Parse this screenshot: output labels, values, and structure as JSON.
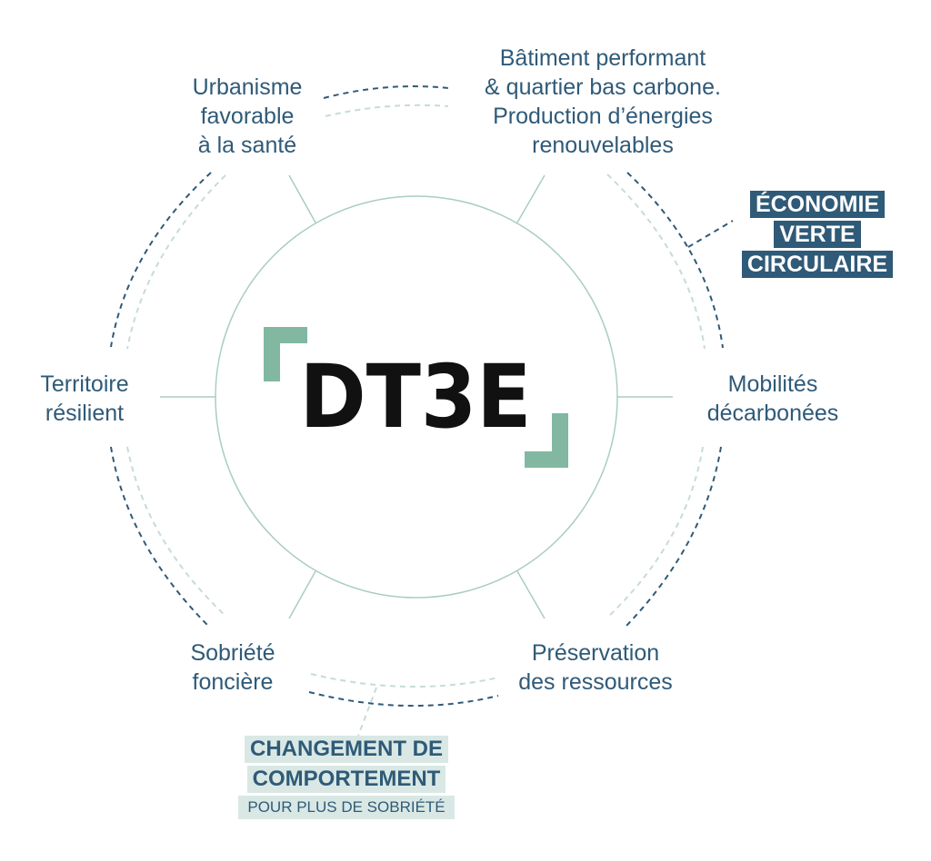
{
  "logo": {
    "text": "DT3E",
    "accent_color": "#82b8a1",
    "text_color": "#111111"
  },
  "colors": {
    "primary": "#2f5a78",
    "light_line": "#c7dcd6",
    "light_box": "#d9e8e4"
  },
  "nodes": {
    "urbanisme": [
      "Urbanisme",
      "favorable",
      "à la santé"
    ],
    "batiment": [
      "Bâtiment performant",
      "& quartier bas carbone.",
      "Production d’énergies",
      "renouvelables"
    ],
    "territoire": [
      "Territoire",
      "résilient"
    ],
    "mobilites": [
      "Mobilités",
      "décarbonées"
    ],
    "sobriete": [
      "Sobriété",
      "foncière"
    ],
    "preservation": [
      "Préservation",
      "des ressources"
    ]
  },
  "economie": [
    "ÉCONOMIE",
    "VERTE",
    "CIRCULAIRE"
  ],
  "changement": {
    "lines": [
      "CHANGEMENT DE",
      "COMPORTEMENT"
    ],
    "subtitle": "POUR PLUS DE SOBRIÉTÉ"
  }
}
